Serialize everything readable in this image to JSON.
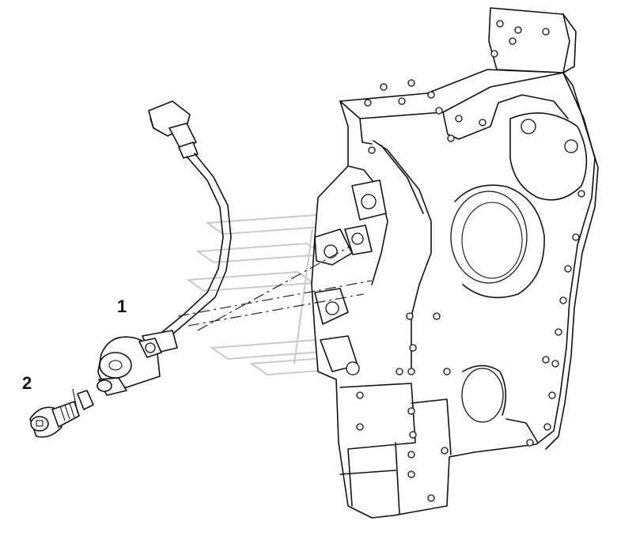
{
  "callouts": [
    {
      "id": "1",
      "label": "1"
    },
    {
      "id": "2",
      "label": "2"
    }
  ],
  "colors": {
    "line": "#111111",
    "watermark": "#c9c9c9",
    "background": "#ffffff"
  },
  "icons": [
    "engine-cover-plate",
    "speed-sensor",
    "sensor-cable-connector",
    "mounting-bolt",
    "washer"
  ]
}
